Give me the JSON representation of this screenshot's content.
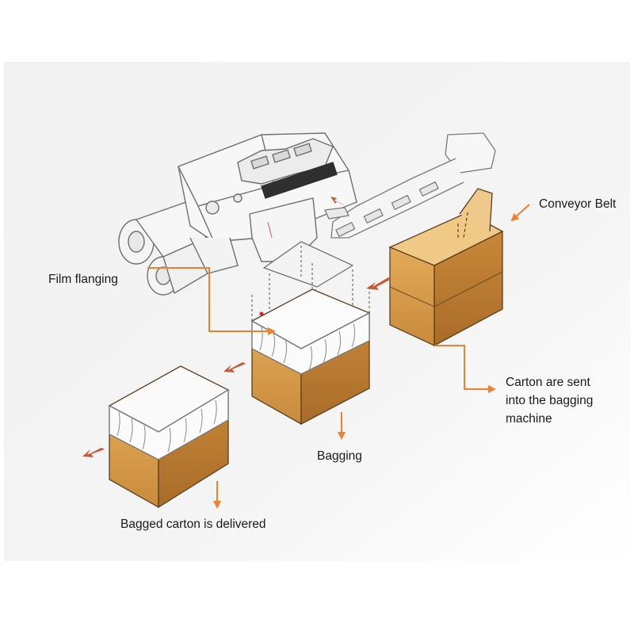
{
  "labels": {
    "conveyor_belt": "Conveyor Belt",
    "film_flanging": "Film flanging",
    "carton_sent_line1": "Carton are sent",
    "carton_sent_line2": "into the bagging",
    "carton_sent_line3": "machine",
    "bagging": "Bagging",
    "bagged_delivered": "Bagged carton is delivered"
  },
  "colors": {
    "background": "#ffffff",
    "panel": "#f0f0f0",
    "leader_line": "#f07f30",
    "flow_arrow": "#c45a3a",
    "carton_front": "#d89a48",
    "carton_side": "#b9782f",
    "carton_inner": "#f2cf90",
    "machine_line": "#6f6f6f",
    "film": "#fbfbfb"
  },
  "icons": {
    "flow_arrows": "arrow-icon"
  }
}
